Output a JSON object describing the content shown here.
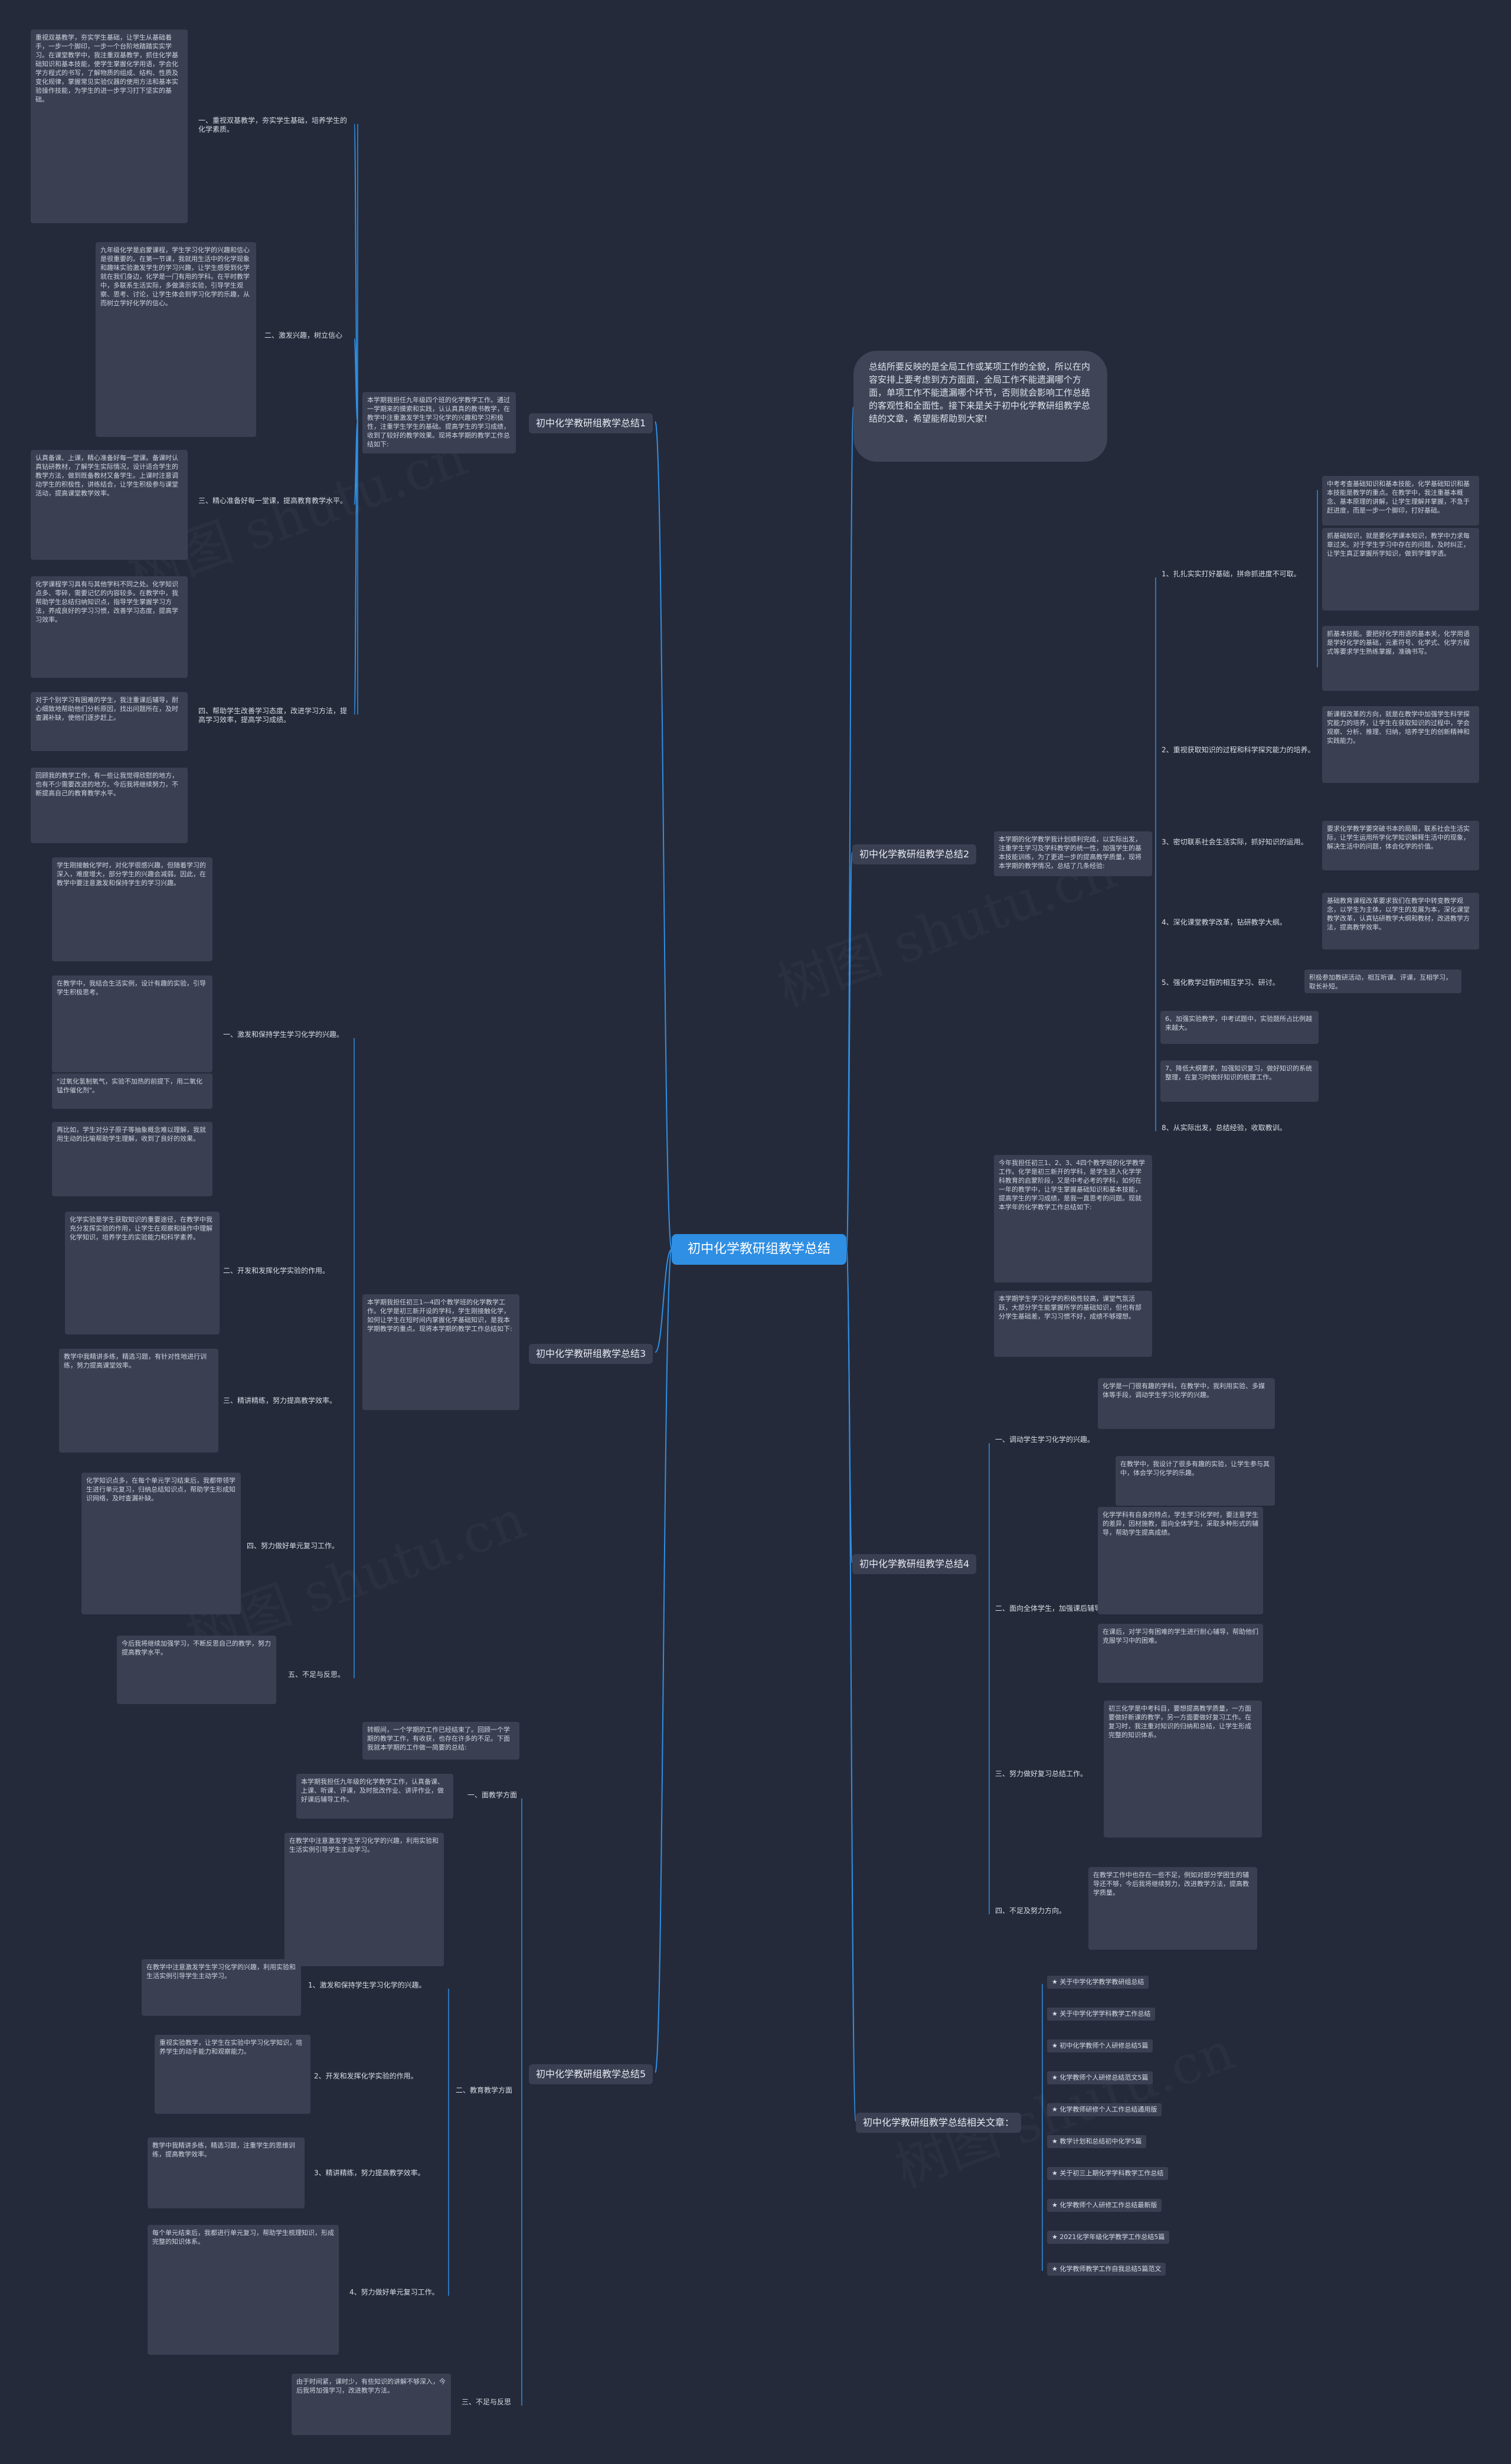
{
  "center": "初中化学教研组教学总结",
  "intro": "总结所要反映的是全局工作或某项工作的全貌，所以在内容安排上要考虑到方方面面，全局工作不能遗漏哪个方面，单项工作不能遗漏哪个环节，否则就会影响工作总结的客观性和全面性。接下来是关于初中化学教研组教学总结的文章，希望能帮助到大家!",
  "branches": {
    "b1": {
      "title": "初中化学教研组教学总结1",
      "summary": "本学期我担任九年级四个班的化学教学工作。通过一学期来的摸索和实践，认认真真的教书教学，在教学中注重激发学生学习化学的兴趣和学习积极性，注重学生学生的基础。提高学生的学习成绩，收到了较好的教学效果。现将本学期的教学工作总结如下:",
      "items": [
        {
          "label": "一、重视双基教学，夯实学生基础，培养学生的化学素质。",
          "text": "重视双基教学，夯实学生基础，让学生从基础着手，一步一个脚印，一步一个台阶地踏踏实实学习。在课堂教学中，我注重双基教学，抓住化学基础知识和基本技能，使学生掌握化学用语，学会化学方程式的书写，了解物质的组成、结构、性质及变化规律，掌握常见实验仪器的使用方法和基本实验操作技能，为学生的进一步学习打下坚实的基础。"
        },
        {
          "label": "二、激发兴趣，树立信心",
          "text": "九年级化学是启蒙课程，学生学习化学的兴趣和信心是很重要的。在第一节课，我就用生活中的化学现象和趣味实验激发学生的学习兴趣，让学生感受到化学就在我们身边，化学是一门有用的学科。在平时教学中，多联系生活实际，多做演示实验，引导学生观察、思考、讨论，让学生体会到学习化学的乐趣，从而树立学好化学的信心。"
        },
        {
          "label": "三、精心准备好每一堂课，提高教育教学水平。",
          "text": "认真备课、上课，精心准备好每一堂课。备课时认真钻研教材，了解学生实际情况，设计适合学生的教学方法，做到既备教材又备学生。上课时注意调动学生的积极性，讲练结合，让学生积极参与课堂活动，提高课堂教学效率。"
        },
        {
          "label": "四、帮助学生改善学习态度，改进学习方法，提高学习效率，提高学习成绩。",
          "text": "化学课程学习具有与其他学科不同之处。化学知识点多、零碎，需要记忆的内容较多。在教学中，我帮助学生总结归纳知识点，指导学生掌握学习方法，养成良好的学习习惯，改善学习态度，提高学习效率。"
        },
        {
          "label": "",
          "text": "对于个别学习有困难的学生，我注重课后辅导，耐心细致地帮助他们分析原因，找出问题所在，及时查漏补缺，使他们逐步赶上。"
        },
        {
          "label": "",
          "text": "回顾我的教学工作，有一些让我觉得欣慰的地方，也有不少需要改进的地方。今后我将继续努力，不断提高自己的教育教学水平。"
        }
      ]
    },
    "b2": {
      "title": "初中化学教研组教学总结2",
      "summary": "本学期的化学教学我计划顺利完成，以实际出发，注重学生学习及学科教学的统一性，加强学生的基本技能训练，为了更进一步的提高教学质量，现将本学期的教学情况，总结了几条经验:",
      "items": [
        {
          "label": "1、扎扎实实打好基础，拼命抓进度不可取。",
          "texts": [
            "中考考查基础知识和基本技能，化学基础知识和基本技能是教学的重点。在教学中，我注重基本概念、基本原理的讲解，让学生理解并掌握，不急于赶进度，而是一步一个脚印，打好基础。",
            "抓基础知识，就是要化学课本知识，教学中力求每章过关。对于学生学习中存在的问题，及时纠正，让学生真正掌握所学知识，做到学懂学透。",
            "抓基本技能。要把好化学用语的基本关，化学用语是学好化学的基础，元素符号、化学式、化学方程式等要求学生熟练掌握，准确书写。"
          ]
        },
        {
          "label": "2、重视获取知识的过程和科学探究能力的培养。",
          "texts": [
            "新课程改革的方向，就是在教学中加强学生科学探究能力的培养，让学生在获取知识的过程中，学会观察、分析、推理、归纳，培养学生的创新精神和实践能力。"
          ]
        },
        {
          "label": "3、密切联系社会生活实际，抓好知识的运用。",
          "texts": [
            "要求化学教学要突破书本的局限，联系社会生活实际，让学生运用所学化学知识解释生活中的现象，解决生活中的问题，体会化学的价值。"
          ]
        },
        {
          "label": "4、深化课堂教学改革，钻研教学大纲。",
          "texts": [
            "基础教育课程改革要求我们在教学中转变教学观念，以学生为主体，以学生的发展为本，深化课堂教学改革，认真钻研教学大纲和教材，改进教学方法，提高教学效率。"
          ]
        },
        {
          "label": "5、强化教学过程的相互学习、研讨。",
          "texts": [
            "积极参加教研活动，相互听课、评课，互相学习，取长补短。"
          ]
        },
        {
          "label": "6、加强实验教学，中考试题中，实验题所占比例越来越大。",
          "texts": []
        },
        {
          "label": "7、降低大纲要求，加强知识复习，做好知识的系统整理，在复习时做好知识的梳理工作。",
          "texts": []
        },
        {
          "label": "8、从实际出发，总结经验，收取教训。",
          "texts": []
        }
      ]
    },
    "b4": {
      "title": "初中化学教研组教学总结4",
      "summary": "今年我担任初三1、2、3、4四个教学班的化学教学工作。化学是初三新开的学科，是学生进入化学学科教育的启蒙阶段，又是中考必考的学科，如何在一年的教学中，让学生掌握基础知识和基本技能，提高学生的学习成绩，是我一直思考的问题。现就本学年的化学教学工作总结如下:",
      "summary2": "本学期学生学习化学的积极性较高，课堂气氛活跃，大部分学生能掌握所学的基础知识，但也有部分学生基础差，学习习惯不好，成绩不够理想。",
      "items": [
        {
          "label": "一、调动学生学习化学的兴趣。",
          "texts": [
            "化学是一门很有趣的学科，在教学中，我利用实验、多媒体等手段，调动学生学习化学的兴趣。",
            "在教学中，我设计了很多有趣的实验，让学生参与其中，体会学习化学的乐趣。"
          ]
        },
        {
          "label": "二、面向全体学生，加强课后辅导。",
          "texts": [
            "化学学科有自身的特点，学生学习化学时，要注意学生的差异，因材施教，面向全体学生，采取多种形式的辅导，帮助学生提高成绩。",
            "在课后，对学习有困难的学生进行耐心辅导，帮助他们克服学习中的困难。"
          ]
        },
        {
          "label": "三、努力做好复习总结工作。",
          "texts": [
            "初三化学是中考科目，要想提高教学质量，一方面要做好新课的教学，另一方面要做好复习工作。在复习时，我注重对知识的归纳和总结，让学生形成完整的知识体系。"
          ]
        },
        {
          "label": "四、不足及努力方向。",
          "texts": [
            "在教学工作中也存在一些不足，例如对部分学困生的辅导还不够，今后我将继续努力，改进教学方法，提高教学质量。"
          ]
        }
      ]
    },
    "b3": {
      "title": "初中化学教研组教学总结3",
      "summary": "本学期我担任初三1—4四个教学班的化学教学工作。化学是初三新开设的学科，学生刚接触化学，如何让学生在短时间内掌握化学基础知识，是我本学期教学的重点。现将本学期的教学工作总结如下:",
      "items": [
        {
          "label": "一、激发和保持学生学习化学的兴趣。",
          "texts": [
            "学生刚接触化学时，对化学很感兴趣，但随着学习的深入，难度增大，部分学生的兴趣会减弱。因此，在教学中要注意激发和保持学生的学习兴趣。",
            "在教学中，我结合生活实例，设计有趣的实验，引导学生积极思考。",
            "\"过氧化氢制氧气，实验不加热的前提下，用二氧化锰作催化剂\"。",
            "再比如，学生对分子原子等抽象概念难以理解，我就用生动的比喻帮助学生理解，收到了良好的效果。"
          ]
        },
        {
          "label": "二、开发和发挥化学实验的作用。",
          "texts": [
            "化学实验是学生获取知识的重要途径，在教学中我充分发挥实验的作用，让学生在观察和操作中理解化学知识，培养学生的实验能力和科学素养。"
          ]
        },
        {
          "label": "三、精讲精练，努力提高教学效率。",
          "texts": [
            "教学中我精讲多练，精选习题，有针对性地进行训练，努力提高课堂效率。"
          ]
        },
        {
          "label": "四、努力做好单元复习工作。",
          "texts": [
            "化学知识点多，在每个单元学习结束后，我都带领学生进行单元复习，归纳总结知识点，帮助学生形成知识网络，及时查漏补缺。"
          ]
        },
        {
          "label": "五、不足与反思。",
          "texts": [
            "今后我将继续加强学习，不断反思自己的教学，努力提高教学水平。"
          ]
        }
      ]
    },
    "b5": {
      "title": "初中化学教研组教学总结5",
      "summary": "转眼间，一个学期的工作已经结束了。回顾一个学期的教学工作，有收获，也存在许多的不足。下面我就本学期的工作做一简要的总结:",
      "items": [
        {
          "label": "一、面教学方面",
          "texts": [
            "本学期我担任九年级的化学教学工作，认真备课、上课、听课、评课，及时批改作业、讲评作业，做好课后辅导工作。"
          ]
        },
        {
          "label": "二、教育教学方面",
          "sub": [
            {
              "label": "1、激发和保持学生学习化学的兴趣。",
              "text": "在教学中注意激发学生学习化学的兴趣，利用实验和生活实例引导学生主动学习。"
            },
            {
              "label": "2、开发和发挥化学实验的作用。",
              "text": "重视实验教学，让学生在实验中学习化学知识，培养学生的动手能力和观察能力。"
            },
            {
              "label": "3、精讲精练，努力提高教学效率。",
              "text": "教学中我精讲多练，精选习题，注重学生的思维训练，提高教学效率。"
            },
            {
              "label": "4、努力做好单元复习工作。",
              "text": "每个单元结束后，我都进行单元复习，帮助学生梳理知识，形成完整的知识体系。"
            }
          ]
        },
        {
          "label": "三、不足与反思",
          "texts": [
            "由于时间紧，课时少，有些知识的讲解不够深入，今后我将加强学习，改进教学方法。"
          ]
        }
      ]
    },
    "b6": {
      "title": "初中化学教研组教学总结相关文章：",
      "links": [
        "★ 关于中学化学教学教研组总结",
        "★ 关于中学化学学科教学工作总结",
        "★ 初中化学教师个人研修总结5篇",
        "★ 化学教师个人研修总结范文5篇",
        "★ 化学教师研修个人工作总结通用版",
        "★ 教学计划和总结初中化学5篇",
        "★ 关于初三上期化学学科教学工作总结",
        "★ 化学教师个人研修工作总结最新版",
        "★ 2021化学年级化学教学工作总结5篇",
        "★ 化学教师教学工作自我总结5篇范文"
      ]
    }
  }
}
